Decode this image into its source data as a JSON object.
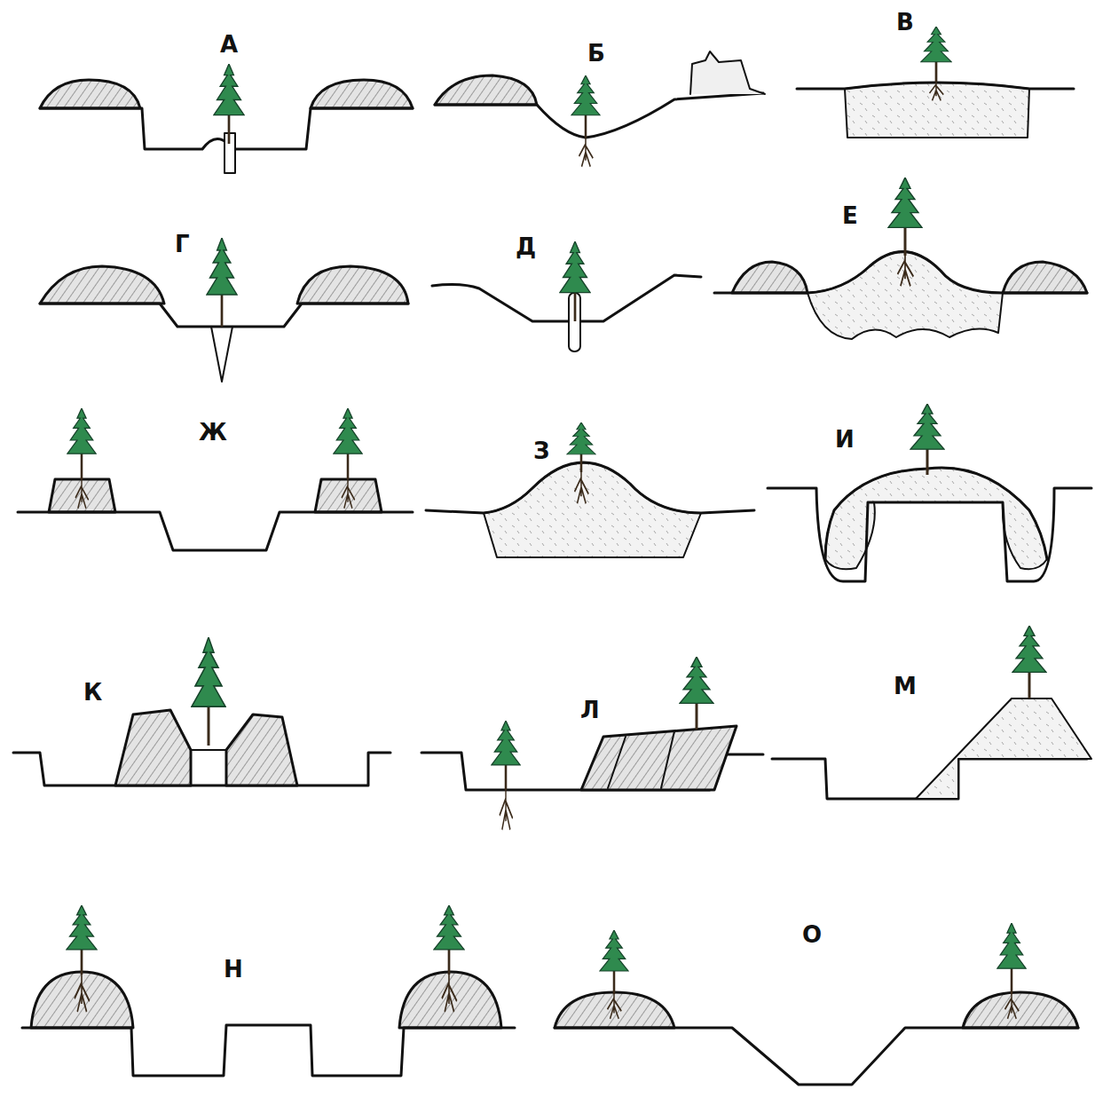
{
  "diagram": {
    "labels": [
      "А",
      "Б",
      "В",
      "Г",
      "Д",
      "Е",
      "Ж",
      "З",
      "И",
      "К",
      "Л",
      "М",
      "Н",
      "О"
    ]
  }
}
